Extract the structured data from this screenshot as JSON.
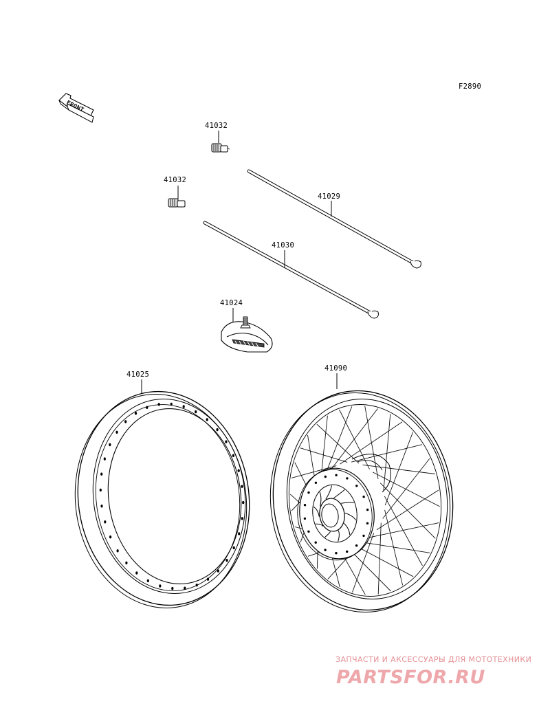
{
  "diagram": {
    "figure_code": "F2890",
    "front_label": "FRONT",
    "parts": [
      {
        "number": "41032",
        "name": "nipple-upper"
      },
      {
        "number": "41032",
        "name": "nipple-lower"
      },
      {
        "number": "41029",
        "name": "spoke-long"
      },
      {
        "number": "41030",
        "name": "spoke-short"
      },
      {
        "number": "41024",
        "name": "tube"
      },
      {
        "number": "41025",
        "name": "rim"
      },
      {
        "number": "41090",
        "name": "wheel-assembly"
      }
    ]
  },
  "watermark": {
    "tagline": "ЗАПЧАСТИ И АКСЕССУАРЫ ДЛЯ МОТОТЕХНИКИ",
    "brand": "PARTSFOR.RU"
  }
}
